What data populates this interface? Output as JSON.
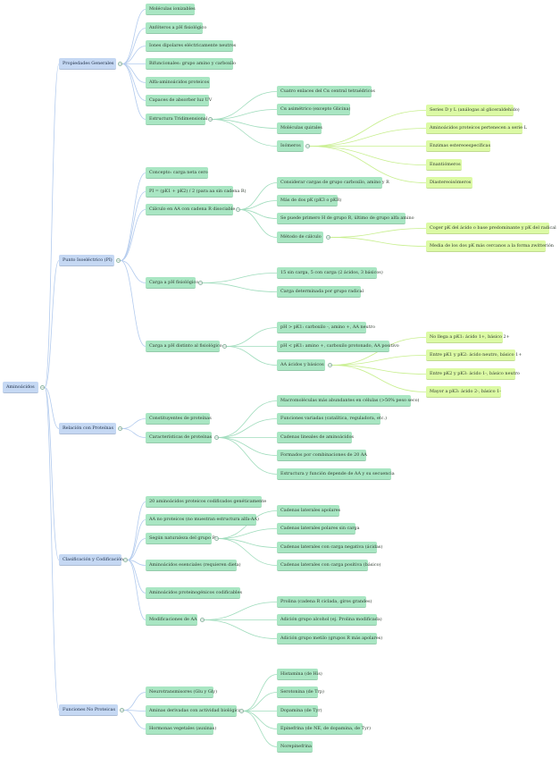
{
  "mindmap": {
    "root": "Aminoácidos",
    "nodes": {
      "pg": "Propiedades Generales",
      "pg1": "Moléculas ionizables",
      "pg2": "Anfóteros a pH fisiológico",
      "pg3": "Iones dipolares eléctricamente neutros",
      "pg4": "Bifuncionales: grupo amino y carboxilo",
      "pg5": "Alfa-aminoácidos proteicos",
      "pg6": "Capaces de absorber luz UV",
      "pg7": "Estructura Tridimensional",
      "pg7a": "Cuatro enlaces del Cα central tetraédricos",
      "pg7b": "Cα asimétrico (excepto Glicina)",
      "pg7c": "Moléculas quirales",
      "pg7d": "Isómeros",
      "iso1": "Series D y L (análogas al gliceraldehído)",
      "iso2": "Aminoácidos proteicos pertenecen a serie L",
      "iso3": "Enzimas estereoespecíficas",
      "iso4": "Enantiómeros",
      "iso5": "Diastereoisómeros",
      "pi": "Punto Isoeléctrico (PI)",
      "pi1": "Concepto: carga neta cero",
      "pi2": "PI = (pK1 + pK2) / 2 (para aa sin cadena R)",
      "pi3": "Cálculo en AA con cadena R disociable",
      "pi3a": "Considerar cargas de grupo carboxilo, amino y R",
      "pi3b": "Más de dos pK (pK3 o pKR)",
      "pi3c": "Se puede primero H de grupo R, último de grupo alfa amino",
      "pi3d": "Método de cálculo",
      "pi3d1": "Coger pK del ácido o base predominante y pK del radical",
      "pi3d2": "Media de los dos pK más cercanos a la forma zwitterión",
      "pi4": "Carga a pH fisiológico",
      "pi4a": "15 sin carga, 5 con carga (2 ácidos, 3 básicos)",
      "pi4b": "Carga determinada por grupo radical",
      "pi5": "Carga a pH distinto al fisiológico",
      "pi5a": "pH > pK1: carboxilo -, amino +, AA neutro",
      "pi5b": "pH < pK1: amino +, carboxilo protonado, AA positivo",
      "pi5c": "AA ácidos y básicos",
      "pi5c1": "No llega a pK1: ácido 1+, básico 2+",
      "pi5c2": "Entre pK1 y pK2: ácido neutro, básico 1+",
      "pi5c3": "Entre pK2 y pK3: ácido 1-, básico neutro",
      "pi5c4": "Mayor a pK3: ácido 2-, básico 1-",
      "rp": "Relación con Proteínas",
      "rp1": "Constituyentes de proteínas",
      "rp2": "Características de proteínas",
      "rp2a": "Macromoléculas más abundantes en células (>50% peso seco)",
      "rp2b": "Funciones variadas (catalítica, reguladora, etc.)",
      "rp2c": "Cadenas lineales de aminoácidos",
      "rp2d": "Formados por combinaciones de 20 AA",
      "rp2e": "Estructura y función depende de AA y su secuencia",
      "cc": "Clasificación y Codificación",
      "cc1": "20 aminoácidos proteicos codificados genéticamente",
      "cc2": "AA no proteicos (no muestran estructura alfa-AA)",
      "cc3": "Según naturaleza del grupo R",
      "cc3a": "Cadenas laterales apolares",
      "cc3b": "Cadenas laterales polares sin carga",
      "cc3c": "Cadenas laterales con carga negativa (ácidas)",
      "cc3d": "Cadenas laterales con carga positiva (básico)",
      "cc4": "Aminoácidos esenciales (requieren dieta)",
      "cc5": "Aminoácidos proteinogénicos codificables",
      "cc6": "Modificaciones de AA",
      "cc6a": "Prolina (cadena R ciclada, giros grandes)",
      "cc6b": "Adición grupo alcohol (ej. Prolina modificada)",
      "cc6c": "Adición grupo metilo (grupos R más apolares)",
      "fnp": "Funciones No Proteicas",
      "fnp1": "Neurotransmisores (Glu y Gly)",
      "fnp2": "Aminas derivadas con actividad biológica",
      "fnp3": "Hormonas vegetales (auxinas)",
      "fnp2a": "Histamina (de His)",
      "fnp2b": "Serotonina (de Trp)",
      "fnp2c": "Dopamina (de Tyr)",
      "fnp2d": "Epinefrina (de NE, de dopamina, de Tyr)",
      "fnp2e": "Norepinefrina"
    },
    "colors": {
      "level1": "#c5d8f3",
      "level2": "#a9e6c3",
      "level4": "#dcfaa5",
      "edge_blue": "#b3cbee",
      "edge_green": "#9fdcbc",
      "edge_lime": "#c8ef8f"
    },
    "toggle_symbol": "−"
  }
}
